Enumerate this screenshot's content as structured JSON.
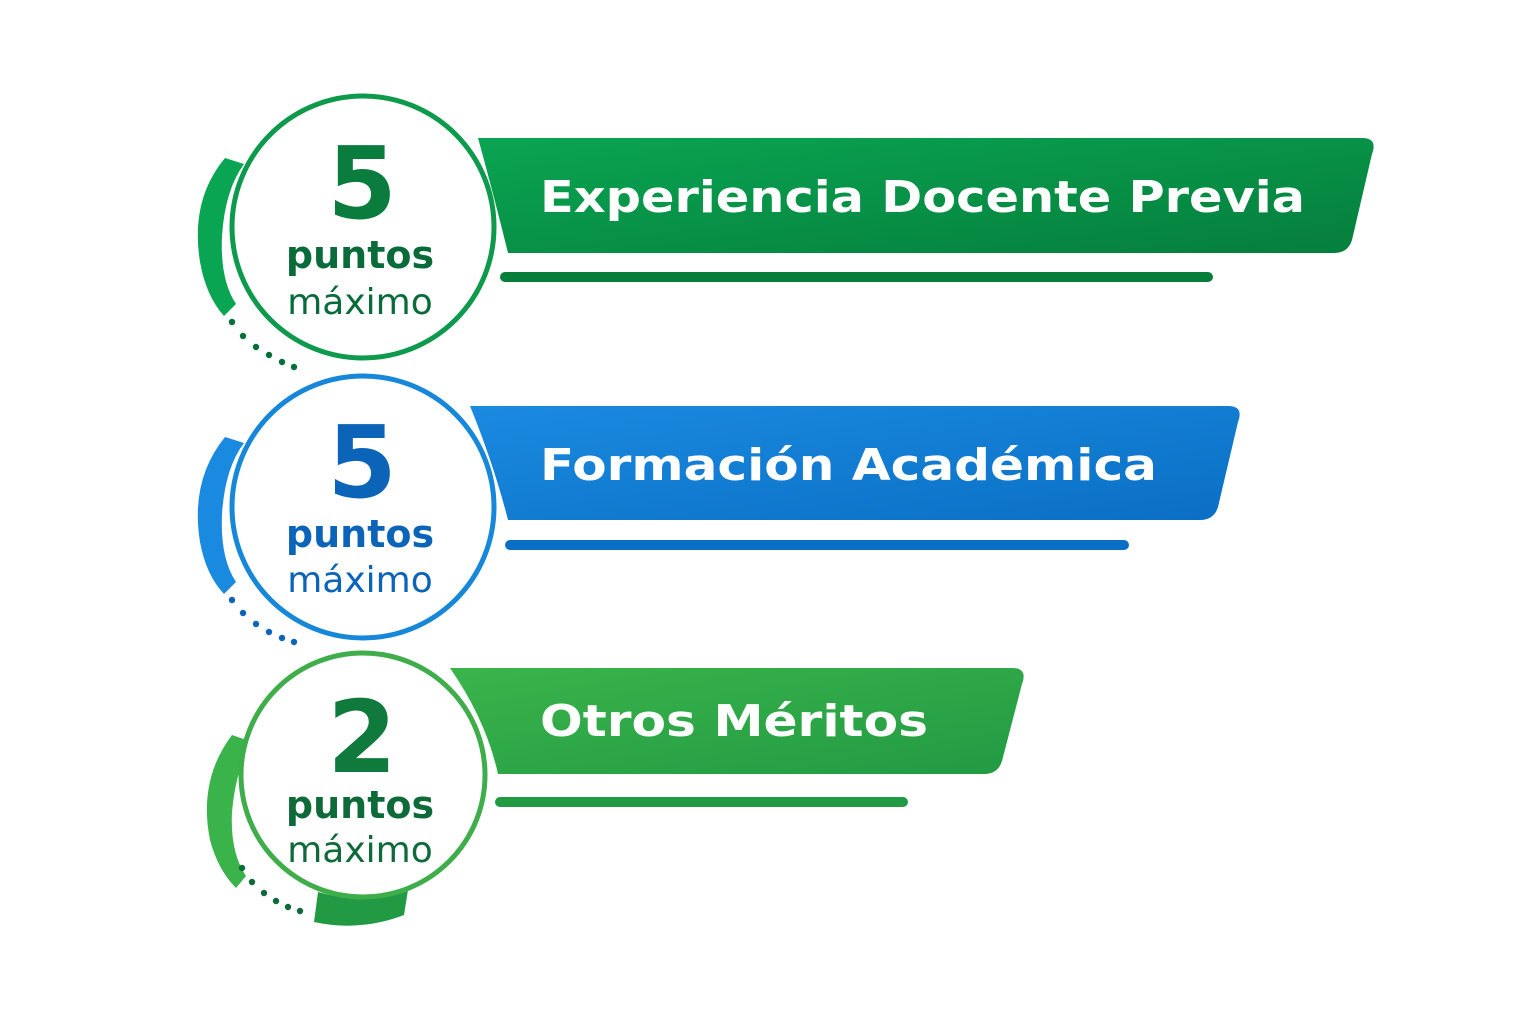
{
  "items": [
    {
      "points": "5",
      "unit": "puntos",
      "qualifier": "máximo",
      "label": "Experiencia Docente Previa",
      "colors": {
        "light": "#0aa552",
        "dark": "#057e3c",
        "text": "#096b3a",
        "ring": "#0e9a4c"
      }
    },
    {
      "points": "5",
      "unit": "puntos",
      "qualifier": "máximo",
      "label": "Formación Académica",
      "colors": {
        "light": "#1a8ae0",
        "dark": "#0a6fc4",
        "text": "#0b64b8",
        "ring": "#1787d9"
      }
    },
    {
      "points": "2",
      "unit": "puntos",
      "qualifier": "máximo",
      "label": "Otros Méritos",
      "colors": {
        "light": "#3ab44a",
        "dark": "#229a44",
        "text": "#0f6a3a",
        "ring": "#3fae4a"
      }
    }
  ]
}
